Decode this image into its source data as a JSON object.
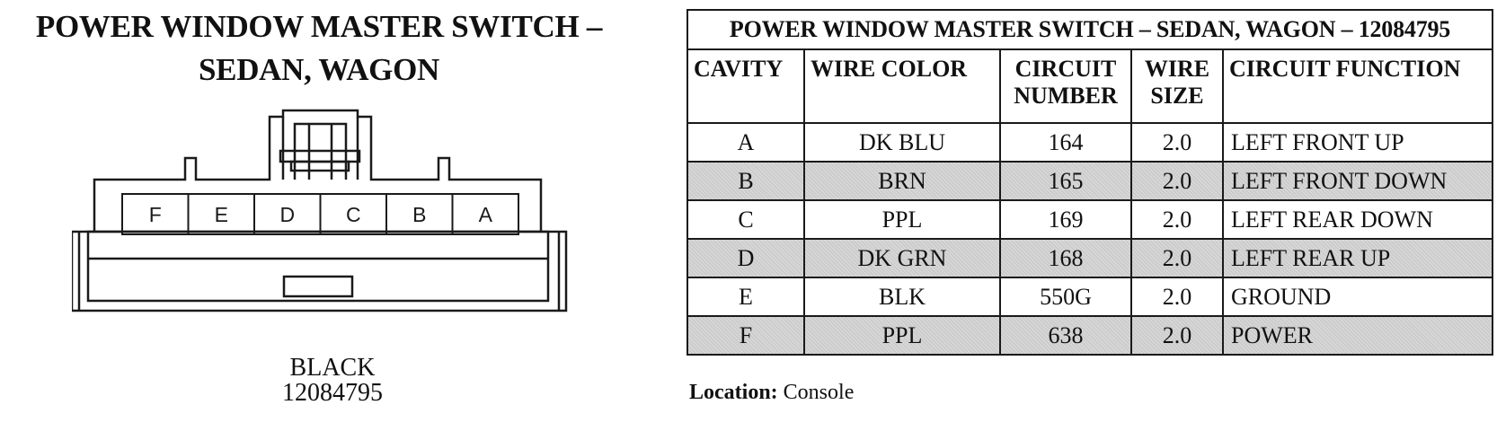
{
  "diagram": {
    "title_line1": "POWER WINDOW MASTER SWITCH –",
    "title_line2": "SEDAN, WAGON",
    "cavity_labels": [
      "F",
      "E",
      "D",
      "C",
      "B",
      "A"
    ],
    "caption_color": "BLACK",
    "caption_part": "12084795"
  },
  "table": {
    "title": "POWER WINDOW MASTER SWITCH – SEDAN, WAGON – 12084795",
    "headers": {
      "cavity": "CAVITY",
      "wire_color": "WIRE COLOR",
      "circuit_number_1": "CIRCUIT",
      "circuit_number_2": "NUMBER",
      "wire_size_1": "WIRE",
      "wire_size_2": "SIZE",
      "circuit_function": "CIRCUIT FUNCTION"
    },
    "rows": [
      {
        "cavity": "A",
        "wire_color": "DK BLU",
        "circuit": "164",
        "size": "2.0",
        "function": "LEFT FRONT UP"
      },
      {
        "cavity": "B",
        "wire_color": "BRN",
        "circuit": "165",
        "size": "2.0",
        "function": "LEFT FRONT DOWN"
      },
      {
        "cavity": "C",
        "wire_color": "PPL",
        "circuit": "169",
        "size": "2.0",
        "function": "LEFT REAR DOWN"
      },
      {
        "cavity": "D",
        "wire_color": "DK GRN",
        "circuit": "168",
        "size": "2.0",
        "function": "LEFT REAR UP"
      },
      {
        "cavity": "E",
        "wire_color": "BLK",
        "circuit": "550G",
        "size": "2.0",
        "function": "GROUND"
      },
      {
        "cavity": "F",
        "wire_color": "PPL",
        "circuit": "638",
        "size": "2.0",
        "function": "POWER"
      }
    ]
  },
  "location": {
    "label": "Location:",
    "value": "Console"
  }
}
